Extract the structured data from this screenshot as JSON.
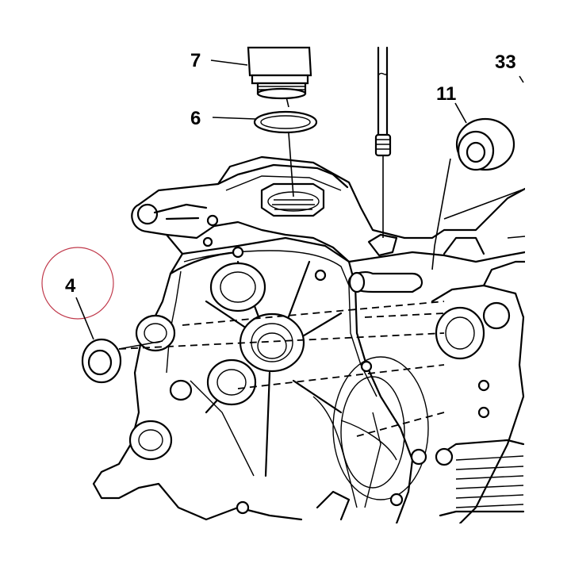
{
  "callouts": {
    "c4": "4",
    "c6": "6",
    "c7": "7",
    "c11": "11",
    "c33": "33"
  },
  "colors": {
    "ink": "#000000",
    "highlight_circle": "#c0394b",
    "paper": "#ffffff"
  }
}
